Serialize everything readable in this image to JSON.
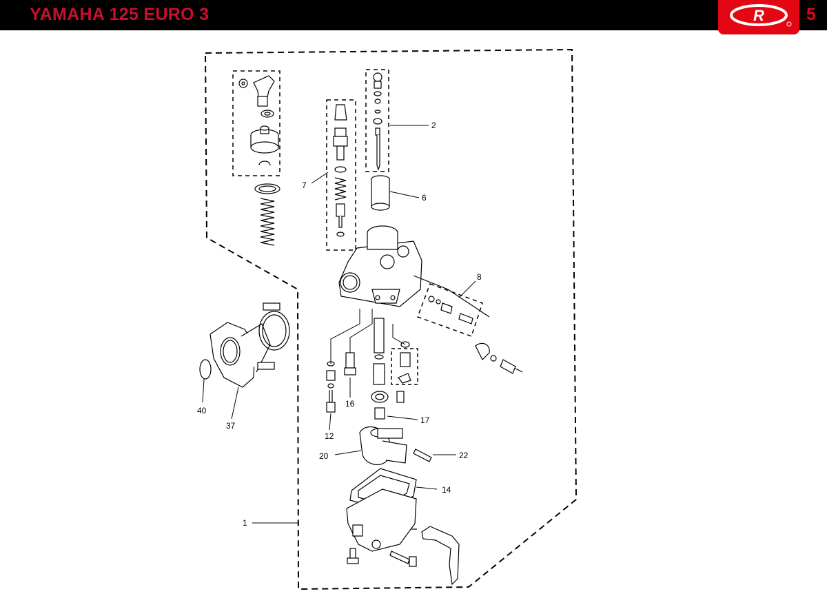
{
  "header": {
    "title": "YAMAHA 125 EURO 3",
    "page_number": "5",
    "logo_letter": "R",
    "brand_color": "#e30613",
    "title_color": "#c8102e"
  },
  "callouts": {
    "c1": "1",
    "c2": "2",
    "c6": "6",
    "c7": "7",
    "c8": "8",
    "c12": "12",
    "c14": "14",
    "c16": "16",
    "c17": "17",
    "c20": "20",
    "c22": "22",
    "c37": "37",
    "c40": "40"
  }
}
